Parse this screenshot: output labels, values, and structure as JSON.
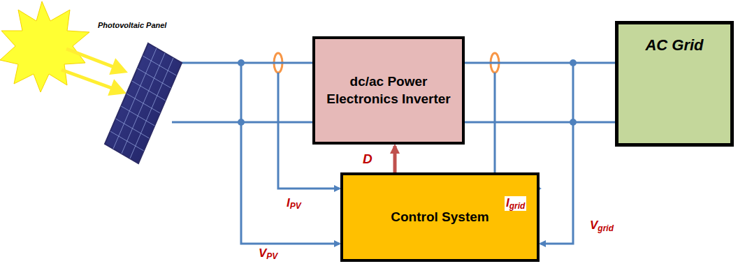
{
  "diagram": {
    "nodes": [
      {
        "text": [
          "Photovoltaic Panel"
        ]
      },
      {
        "text": [
          "dc/ac Power Electronics Inverter"
        ]
      },
      {
        "text": [
          "AC Grid"
        ]
      },
      {
        "text": [
          "Control System"
        ]
      }
    ],
    "edges": [
      {
        "from": 0,
        "to": 1,
        "arrow": "none"
      },
      {
        "from": 1,
        "to": 2,
        "arrow": "none"
      },
      {
        "from": 3,
        "to": 1,
        "label": "D",
        "arrow": "to"
      },
      {
        "from": 0,
        "to": 3,
        "label": "IPV",
        "arrow": "to"
      },
      {
        "from": 0,
        "to": 3,
        "label": "VPV",
        "arrow": "to"
      },
      {
        "from": 2,
        "to": 3,
        "label": "Igrid",
        "arrow": "to"
      },
      {
        "from": 2,
        "to": 3,
        "label": "Vgrid",
        "arrow": "to"
      }
    ]
  }
}
